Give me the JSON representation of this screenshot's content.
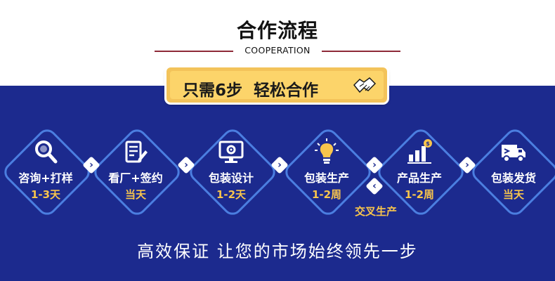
{
  "header": {
    "title": "合作流程",
    "subtitle": "COOPERATION"
  },
  "banner": {
    "text": "只需6步  轻松合作"
  },
  "steps": [
    {
      "label": "咨询+打样",
      "time": "1-3天",
      "icon": "magnifier-icon"
    },
    {
      "label": "看厂+签约",
      "time": "当天",
      "icon": "document-pen-icon"
    },
    {
      "label": "包装设计",
      "time": "1-2天",
      "icon": "monitor-gear-icon"
    },
    {
      "label": "包装生产",
      "time": "1-2周",
      "icon": "lightbulb-icon"
    },
    {
      "label": "产品生产",
      "time": "1-2周",
      "icon": "bar-chart-icon"
    },
    {
      "label": "包装发货",
      "time": "当天",
      "icon": "delivery-truck-icon"
    }
  ],
  "alt_step": {
    "label": "交叉生产"
  },
  "slogan": "高效保证 让您的市场始终领先一步",
  "colors": {
    "blue": "#1c2a8e",
    "gold": "#f8c54c",
    "accent_line": "#8e2a38",
    "diamond_border": "#4b7ee0"
  }
}
